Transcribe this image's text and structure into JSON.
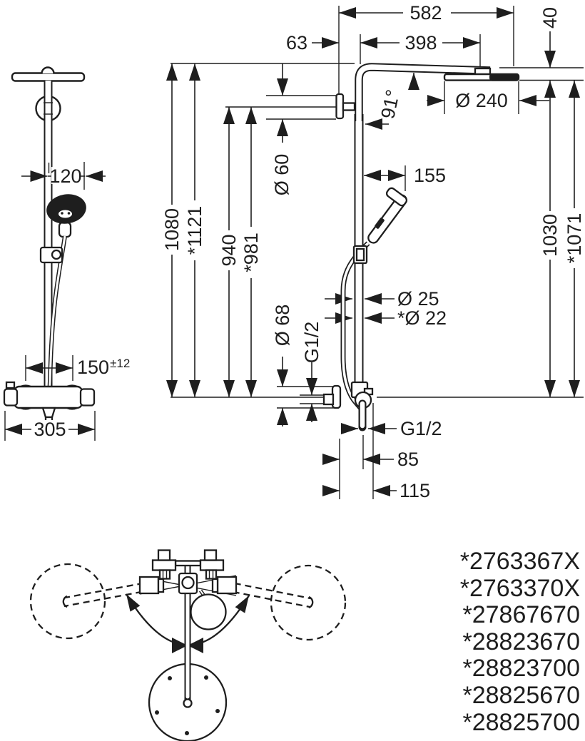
{
  "dims": {
    "top_width": "582",
    "wall_offset": "63",
    "arm_length": "398",
    "head_drop": "40",
    "head_diameter": "Ø 240",
    "arm_angle": "91°",
    "height_total": "1080",
    "height_total_alt": "*1121",
    "height_bracket": "940",
    "height_bracket_alt": "*981",
    "height_right": "1030",
    "height_right_alt": "*1071",
    "bracket_diameter": "Ø 60",
    "holder_offset": "155",
    "hand_shower_offset": "120",
    "pipe_diameter": "Ø 25",
    "pipe_diameter_alt": "*Ø 22",
    "escutcheon_diameter": "Ø 68",
    "supply_thread": "G1/2",
    "outlet_thread": "G1/2",
    "outlet_offset": "85",
    "spout_reach": "115",
    "supply_spacing": "150",
    "supply_spacing_tolerance": "±12",
    "valve_width": "305"
  },
  "product_codes": [
    "*2763367X",
    "*2763370X",
    "*27867670",
    "*28823670",
    "*28823700",
    "*28825670",
    "*28825700"
  ],
  "colors": {
    "line": "#1e1e1e",
    "background": "#ffffff"
  }
}
